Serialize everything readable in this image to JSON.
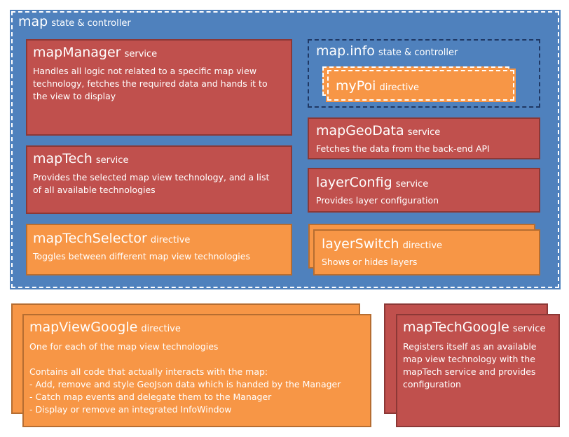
{
  "map": {
    "name": "map",
    "kind": "state & controller"
  },
  "mapManager": {
    "name": "mapManager",
    "kind": "service",
    "lines": [
      "Handles all logic not related to a specific map view",
      "technology, fetches the required data and hands it to",
      "the view to display"
    ]
  },
  "mapInfo": {
    "name": "map.info",
    "kind": "state & controller"
  },
  "myPoi": {
    "name": "myPoi",
    "kind": "directive"
  },
  "mapGeoData": {
    "name": "mapGeoData",
    "kind": "service",
    "lines": [
      "Fetches the data from the back-end API"
    ]
  },
  "mapTech": {
    "name": "mapTech",
    "kind": "service",
    "lines": [
      "Provides the selected map view technology, and a list",
      "of all available technologies"
    ]
  },
  "layerConfig": {
    "name": "layerConfig",
    "kind": "service",
    "lines": [
      "Provides layer configuration"
    ]
  },
  "mapTechSelector": {
    "name": "mapTechSelector",
    "kind": "directive",
    "lines": [
      "Toggles between different map view technologies"
    ]
  },
  "layerSwitch": {
    "name": "layerSwitch",
    "kind": "directive",
    "lines": [
      "Shows or hides layers"
    ]
  },
  "mapViewGoogle": {
    "name": "mapViewGoogle",
    "kind": "directive",
    "lines": [
      "One for each of the map view technologies",
      "",
      "Contains all code that actually interacts with the map:",
      "-   Add, remove and style GeoJson data which is handed by the Manager",
      "-   Catch map events and delegate them to the Manager",
      "-   Display or remove an integrated InfoWindow"
    ]
  },
  "mapTechGoogle": {
    "name": "mapTechGoogle",
    "kind": "service",
    "lines": [
      "Registers itself as an available",
      "map view technology with the",
      "mapTech service and provides",
      "configuration"
    ]
  }
}
